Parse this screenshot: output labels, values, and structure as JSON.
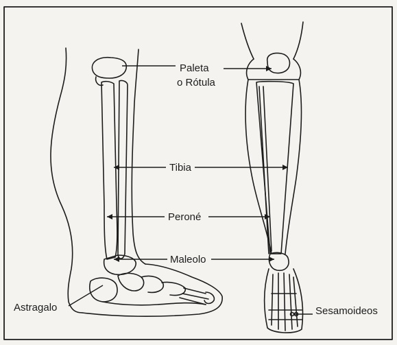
{
  "diagram": {
    "labels": {
      "paleta_line1": "Paleta",
      "paleta_line2": "o Rótula",
      "tibia": "Tibia",
      "perone": "Peroné",
      "maleolo": "Maleolo",
      "astragalo": "Astragalo",
      "sesamoideos": "Sesamoideos"
    },
    "colors": {
      "ink": "#1c1c1c",
      "paper": "#f4f3ef"
    }
  }
}
